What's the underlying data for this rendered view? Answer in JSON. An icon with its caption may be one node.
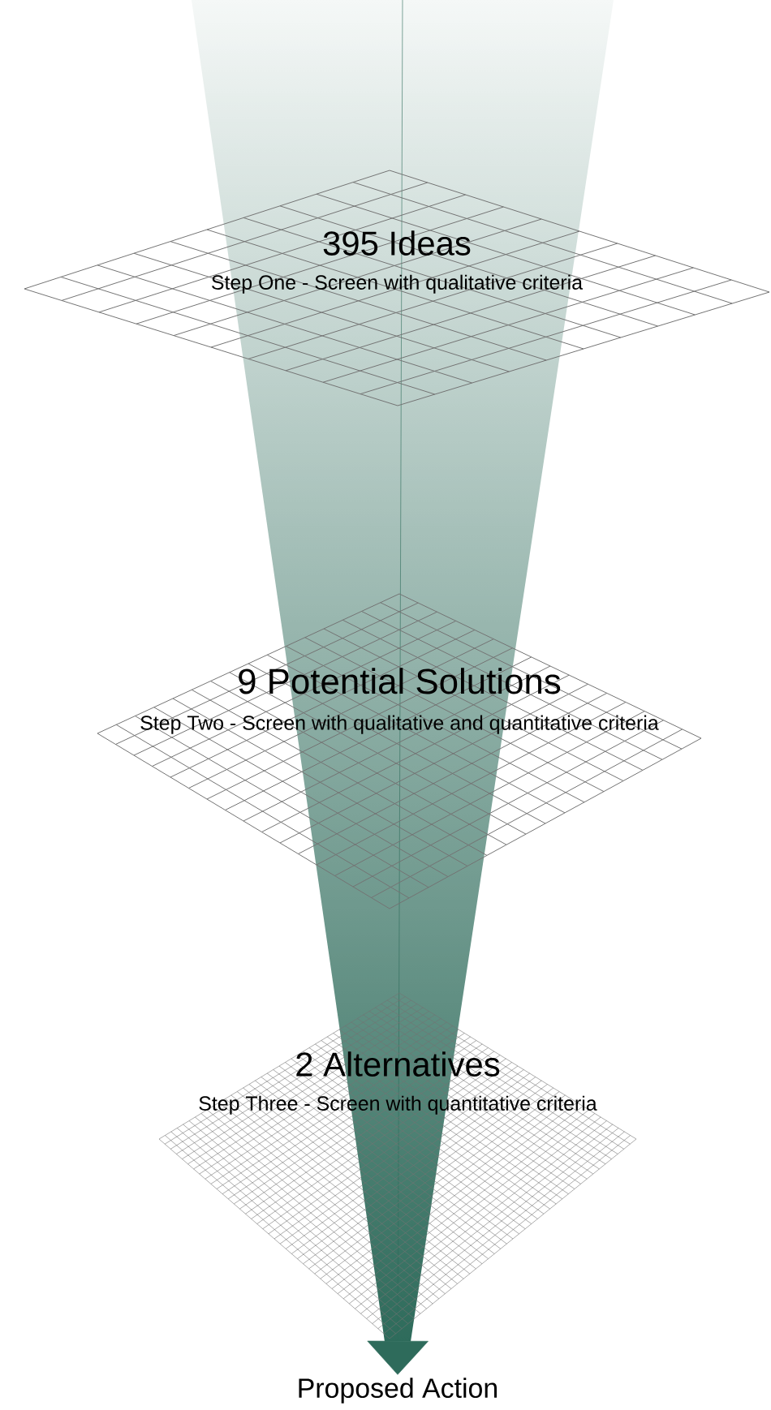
{
  "diagram": {
    "nodes": [
      {
        "text": [
          "395 Ideas",
          "Step One - Screen with qualitative criteria"
        ]
      },
      {
        "text": [
          "9 Potential Solutions",
          "Step Two - Screen with qualitative and quantitative criteria"
        ]
      },
      {
        "text": [
          "2 Alternatives",
          "Step Three - Screen with quantitative criteria"
        ]
      },
      {
        "text": [
          "Proposed Action"
        ]
      }
    ],
    "edges": [
      {
        "from": null,
        "to": 3,
        "arrow": "to"
      }
    ]
  }
}
